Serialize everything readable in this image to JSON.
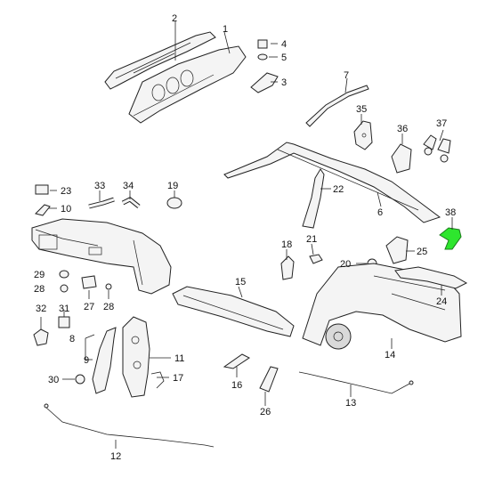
{
  "callouts": {
    "c1": "1",
    "c2": "2",
    "c3": "3",
    "c4": "4",
    "c5": "5",
    "c6": "6",
    "c7": "7",
    "c8": "8",
    "c9": "9",
    "c10": "10",
    "c11": "11",
    "c12": "12",
    "c13": "13",
    "c14": "14",
    "c15": "15",
    "c16": "16",
    "c17": "17",
    "c18": "18",
    "c19": "19",
    "c20": "20",
    "c21": "21",
    "c22": "22",
    "c23": "23",
    "c24": "24",
    "c25": "25",
    "c26": "26",
    "c27": "27",
    "c28a": "28",
    "c28b": "28",
    "c29": "29",
    "c30": "30",
    "c31": "31",
    "c32": "32",
    "c33": "33",
    "c34": "34",
    "c35": "35",
    "c36": "36",
    "c37": "37",
    "c38": "38"
  },
  "highlight": {
    "part": "38",
    "color": "#2ee62e"
  }
}
